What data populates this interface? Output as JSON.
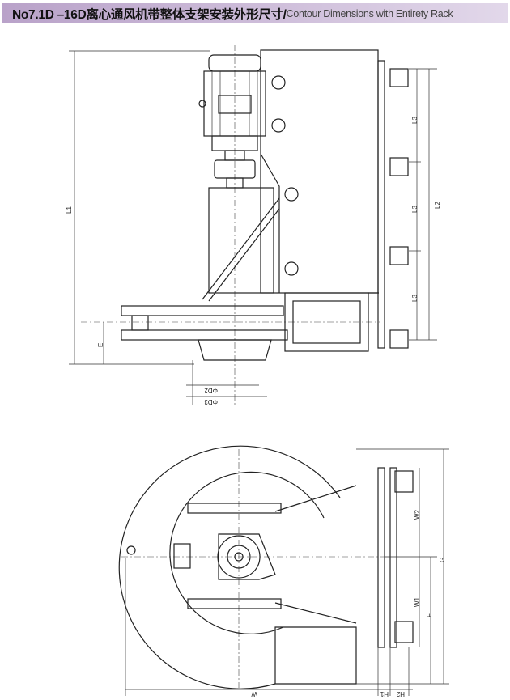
{
  "header": {
    "title_cn": "No7.1D –16D离心通风机带整体支架安装外形尺寸/",
    "title_en": "Contour Dimensions with Entirety Rack"
  },
  "elevation_view": {
    "labels": {
      "L1": "L1",
      "L2": "L2",
      "L3a": "L3",
      "L3b": "L3",
      "L3c": "L3",
      "E": "E",
      "D2": "ΦD2",
      "D3": "ΦD3"
    }
  },
  "plan_view": {
    "labels": {
      "W2": "W2",
      "W1": "W1",
      "F": "F",
      "G": "G",
      "W": "W",
      "H1": "H1",
      "H2": "H2"
    }
  }
}
